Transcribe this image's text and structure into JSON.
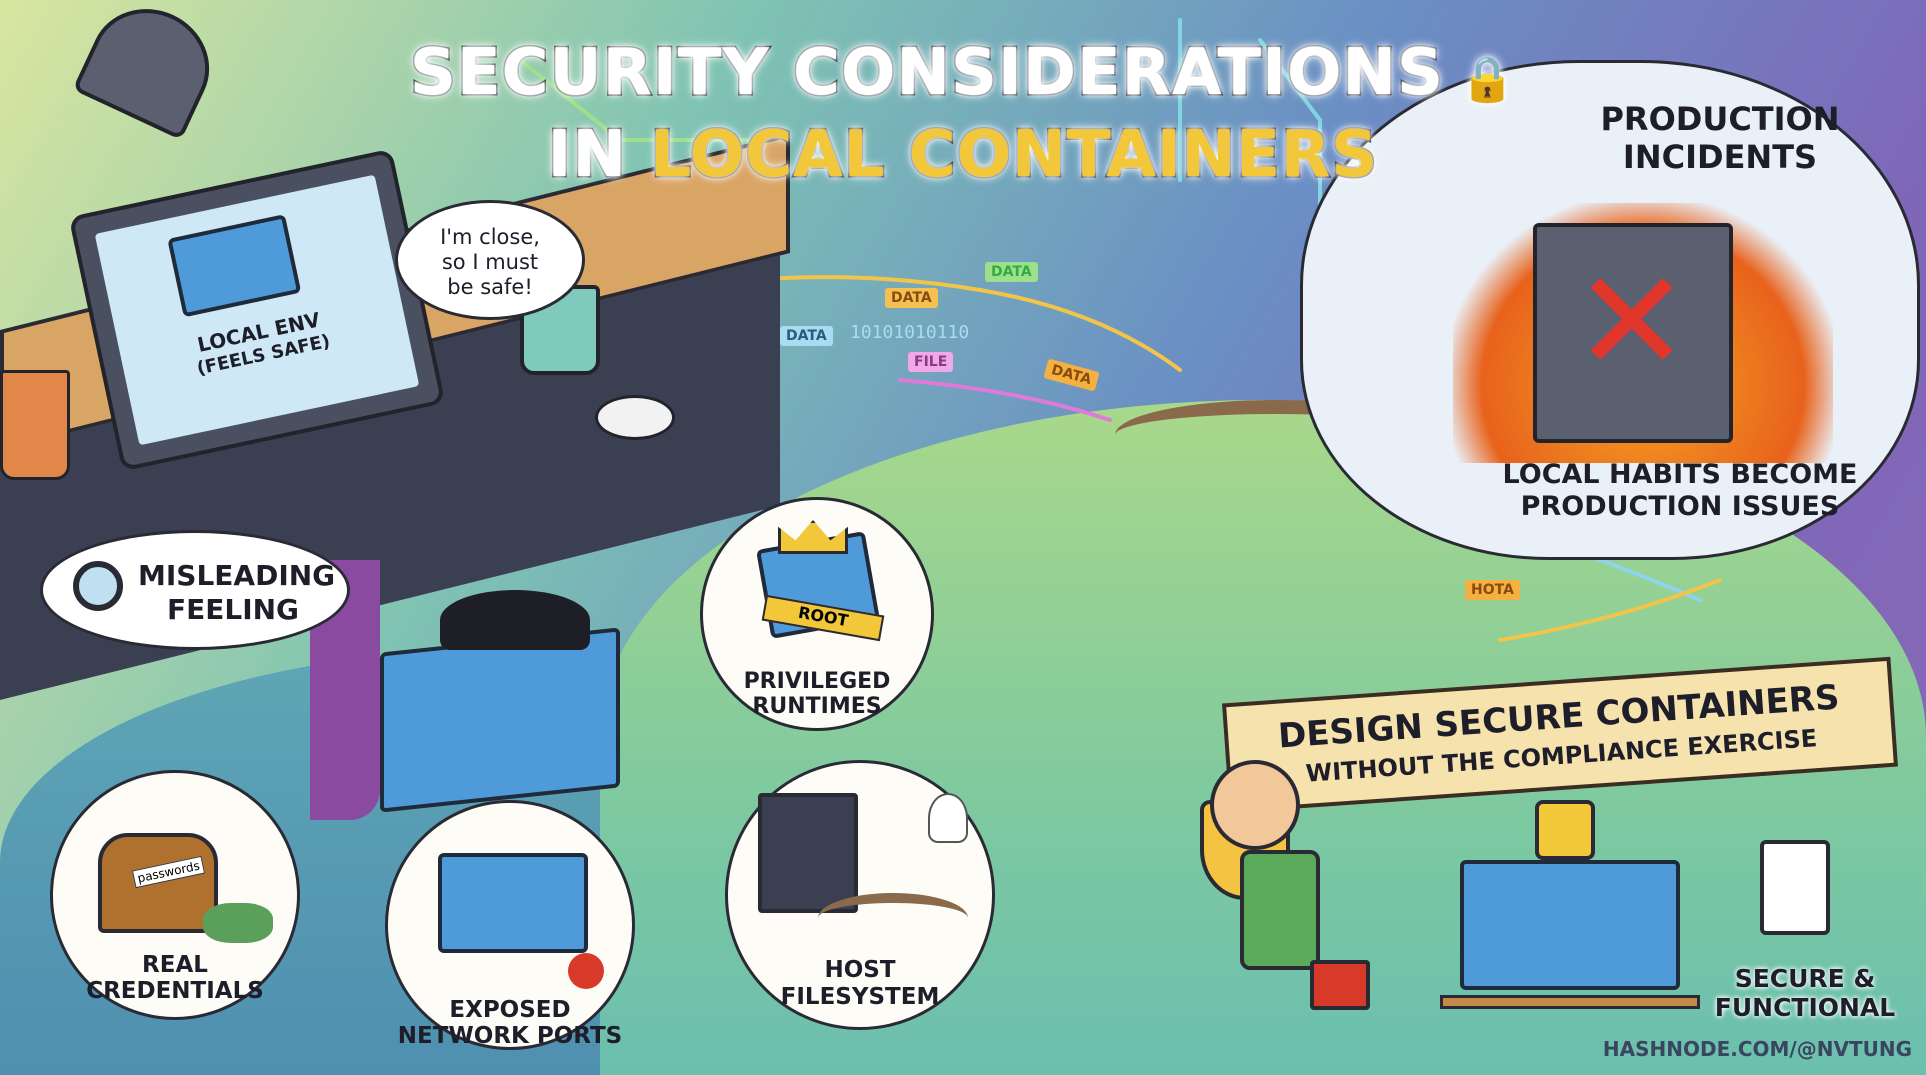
{
  "title": {
    "line1": "SECURITY CONSIDERATIONS",
    "line2_prefix": "IN ",
    "line2_highlight": "LOCAL CONTAINERS",
    "lock_icon": "padlock-icon"
  },
  "laptop": {
    "screen_label_1": "LOCAL ENV",
    "screen_label_2": "(FEELS SAFE)"
  },
  "speech_bubble": {
    "line1": "I'm close,",
    "line2": "so I must",
    "line3": "be safe!"
  },
  "thought_bubble": {
    "line1": "MISLEADING",
    "line2": "FEELING",
    "icon": "magnifier-icon"
  },
  "data_flow": {
    "tags": [
      "DATA",
      "DATA",
      "DATA",
      "FILE",
      "DATA",
      "HOTA"
    ],
    "binary": "10101010110"
  },
  "cloud": {
    "title_1": "PRODUCTION",
    "title_2": "INCIDENTS",
    "caption_1": "LOCAL HABITS BECOME",
    "caption_2": "PRODUCTION ISSUES",
    "icon": "burning-servers-icon"
  },
  "risks": [
    {
      "label_1": "PRIVILEGED",
      "label_2": "RUNTIMES",
      "badge": "ROOT"
    },
    {
      "label_1": "REAL",
      "label_2": "CREDENTIALS",
      "badge": "passwords"
    },
    {
      "label_1": "EXPOSED",
      "label_2": "NETWORK PORTS"
    },
    {
      "label_1": "HOST",
      "label_2": "FILESYSTEM"
    }
  ],
  "banner": {
    "line1": "DESIGN SECURE CONTAINERS",
    "line2": "WITHOUT THE COMPLIANCE EXERCISE"
  },
  "outcome": {
    "line1": "SECURE &",
    "line2": "FUNCTIONAL"
  },
  "credit": "HASHNODE.COM/@NVTUNG",
  "colors": {
    "title_highlight": "#f3c73a",
    "container_blue": "#4f9ad8",
    "fire": "#f08a24",
    "danger_x": "#e0362c"
  }
}
